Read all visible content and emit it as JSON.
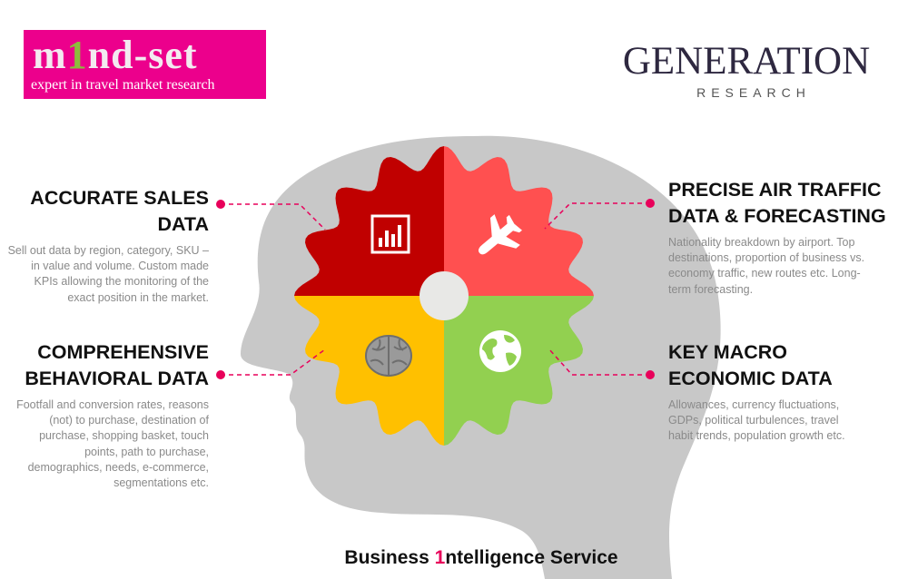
{
  "logos": {
    "mindset": {
      "word_pre": "m",
      "word_one": "1",
      "word_post": "nd-set",
      "tagline": "expert in travel market research"
    },
    "generation": {
      "name": "GENERATION",
      "sub": "RESEARCH"
    }
  },
  "colors": {
    "accent": "#E8005A",
    "head": "#C8C8C8",
    "sales": "#C00000",
    "air": "#FF5050",
    "behavior": "#FFC000",
    "macro": "#92D050",
    "center": "#E8E8E6"
  },
  "sections": [
    {
      "title": "ACCURATE SALES DATA",
      "title_lines": [
        "ACCURATE SALES",
        "DATA"
      ],
      "icon": "bar-chart-icon",
      "text": "Sell out data by region, category, SKU – in value and volume. Custom made KPIs allowing the monitoring of the exact position in the market."
    },
    {
      "title": "PRECISE AIR TRAFFIC DATA & FORECASTING",
      "title_lines": [
        "PRECISE AIR TRAFFIC",
        "DATA & FORECASTING"
      ],
      "icon": "airplane-icon",
      "text": "Nationality breakdown by airport. Top destinations, proportion of business vs. economy traffic, new routes etc. Long-term forecasting."
    },
    {
      "title": "COMPREHENSIVE BEHAVIORAL DATA",
      "title_lines": [
        "COMPREHENSIVE",
        "BEHAVIORAL DATA"
      ],
      "icon": "brain-icon",
      "text": "Footfall and conversion rates, reasons (not) to purchase, destination of purchase, shopping basket, touch points, path to purchase, demographics, needs, e-commerce, segmentations etc."
    },
    {
      "title": "KEY MACRO ECONOMIC DATA",
      "title_lines": [
        "KEY MACRO",
        "ECONOMIC DATA"
      ],
      "icon": "globe-icon",
      "text": "Allowances, currency fluctuations, GDPs, political turbulences, travel habit trends, population growth etc."
    }
  ],
  "footer": {
    "pre": "Business ",
    "one": "1",
    "post": "ntelligence Service"
  }
}
